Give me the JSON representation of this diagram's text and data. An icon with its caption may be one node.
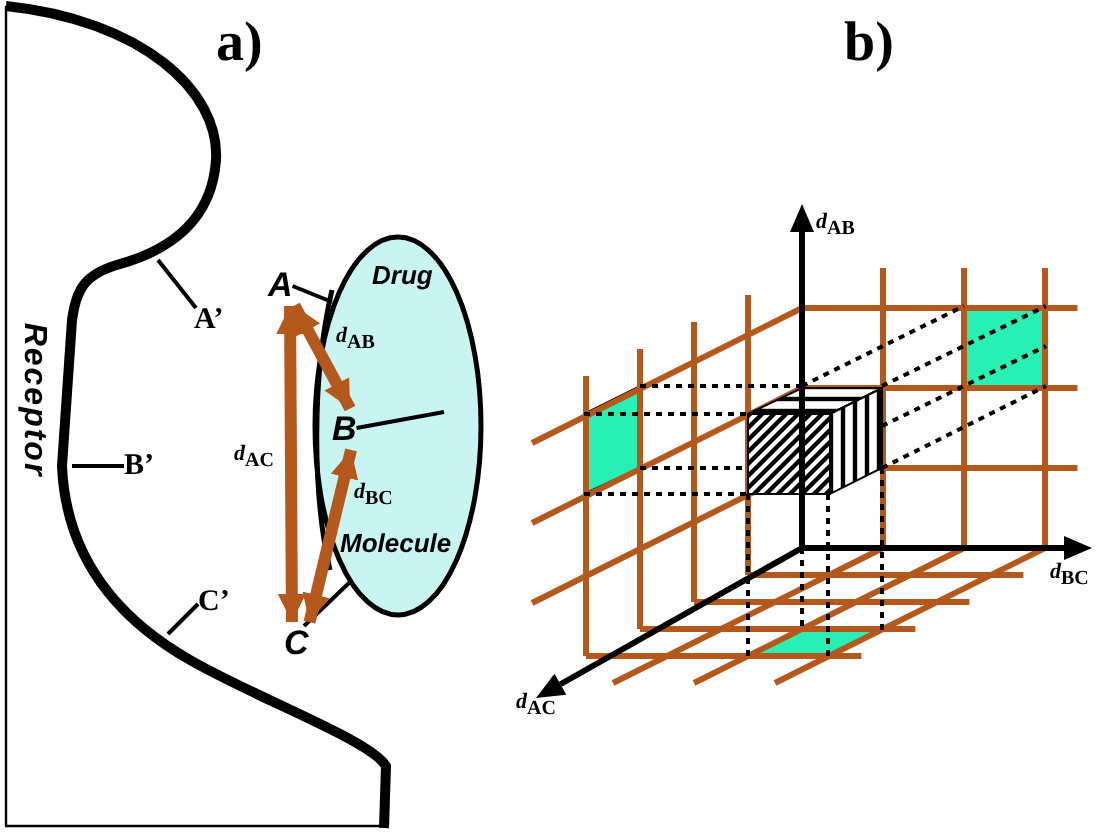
{
  "diagram": {
    "nodes": [
      {
        "text": [
          "Drug",
          "Molecule"
        ]
      },
      {
        "text": [
          "A"
        ]
      },
      {
        "text": [
          "B"
        ],
        "in": 0
      },
      {
        "text": [
          "C"
        ]
      },
      {
        "text": [
          "A’"
        ]
      },
      {
        "text": [
          "B’"
        ]
      },
      {
        "text": [
          "C’"
        ]
      }
    ],
    "edges": [
      {
        "from": 1,
        "to": 0,
        "arrow": "none"
      },
      {
        "from": 2,
        "to": 0,
        "arrow": "none"
      },
      {
        "from": 3,
        "to": 0,
        "arrow": "none"
      },
      {
        "from": 4,
        "to": null,
        "arrow": "none"
      },
      {
        "from": 5,
        "to": null,
        "arrow": "none"
      },
      {
        "from": 6,
        "to": null,
        "arrow": "none"
      },
      {
        "from": 1,
        "to": 2,
        "arrow": "both",
        "label": "*d*$_{AB}$",
        "style": "thick",
        "color": "#b5581c"
      },
      {
        "from": 2,
        "to": 3,
        "arrow": "both",
        "label": "*d*$_{BC}$",
        "style": "thick",
        "color": "#b5581c"
      },
      {
        "from": 1,
        "to": 3,
        "arrow": "both",
        "label": "*d*$_{AC}$",
        "style": "thick",
        "color": "#b5581c"
      }
    ],
    "labels": [
      "a)",
      "b)",
      "Receptor",
      "*d*$_{AB}$",
      "*d*$_{BC}$",
      "*d*$_{AC}$"
    ]
  }
}
